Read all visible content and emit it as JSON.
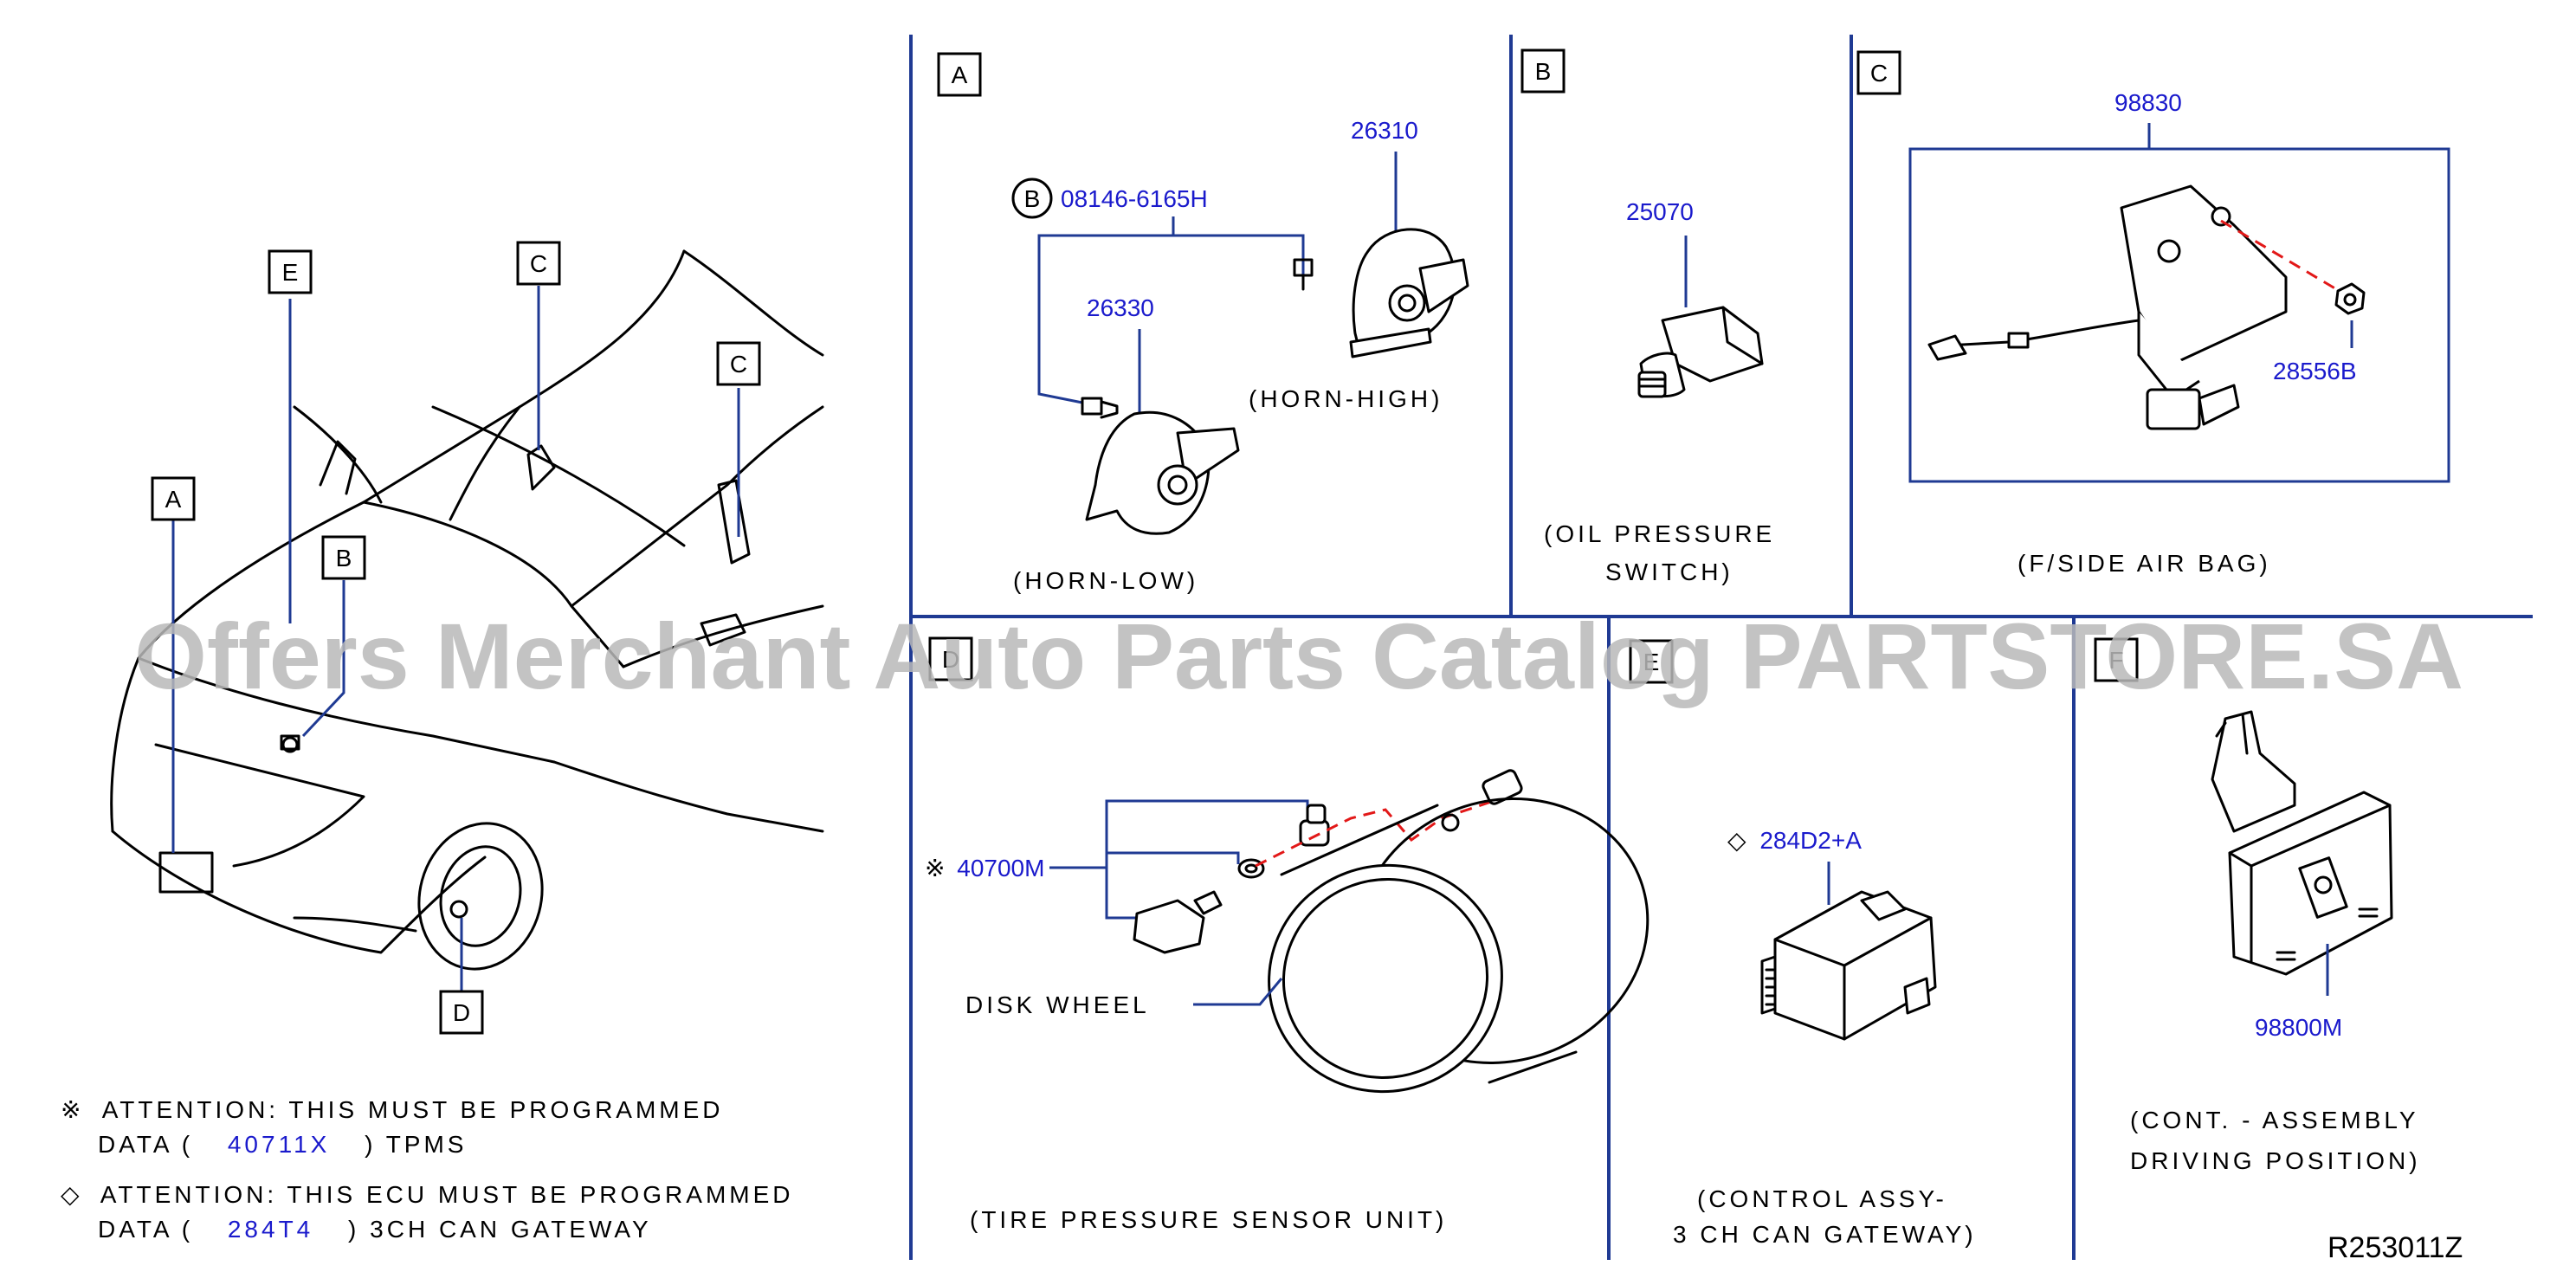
{
  "sections": {
    "A": {
      "letter": "A",
      "caption_low": "(HORN-LOW)",
      "caption_high": "(HORN-HIGH)",
      "parts": {
        "bolt_prefix": "B",
        "bolt": "08146-6165H",
        "horn_low": "26330",
        "horn_high": "26310"
      }
    },
    "B": {
      "letter": "B",
      "caption_1": "(OIL   PRESSURE",
      "caption_2": "SWITCH)",
      "parts": {
        "switch": "25070"
      }
    },
    "C": {
      "letter": "C",
      "caption": "(F/SIDE   AIR   BAG)",
      "parts": {
        "sensor": "98830",
        "nut": "28556B"
      }
    },
    "D": {
      "letter": "D",
      "caption": "(TIRE   PRESSURE   SENSOR   UNIT)",
      "disk_wheel": "DISK   WHEEL",
      "parts": {
        "symbol": "※",
        "sensor": "40700M"
      }
    },
    "E": {
      "letter": "E",
      "caption_1": "(CONTROL   ASSY-",
      "caption_2": "3   CH   CAN   GATEWAY)",
      "parts": {
        "symbol": "◇",
        "gateway": "284D2+A"
      }
    },
    "F": {
      "letter": "F",
      "caption_1": "(CONT.   -   ASSEMBLY",
      "caption_2": "DRIVING   POSITION)",
      "parts": {
        "unit": "98800M"
      }
    }
  },
  "car_callouts": [
    "E",
    "C",
    "C",
    "A",
    "B",
    "D"
  ],
  "notes": [
    {
      "symbol": "※",
      "line1": "ATTENTION:   THIS   MUST   BE   PROGRAMMED",
      "data_prefix": "DATA   (",
      "part": "40711X",
      "data_suffix": ")   TPMS"
    },
    {
      "symbol": "◇",
      "line1": "ATTENTION:   THIS   ECU   MUST   BE   PROGRAMMED",
      "data_prefix": "DATA   (",
      "part": "284T4",
      "data_suffix": ")   3CH   CAN   GATEWAY"
    }
  ],
  "drawing_number": "R253011Z",
  "watermark": "Offers Merchant Auto Parts Catalog PARTSTORE.SA",
  "colors": {
    "part_number": "#1a1acc",
    "leader": "#1f3a93",
    "dashed_guide": "#e21818",
    "watermark": "#b9b9b9"
  }
}
